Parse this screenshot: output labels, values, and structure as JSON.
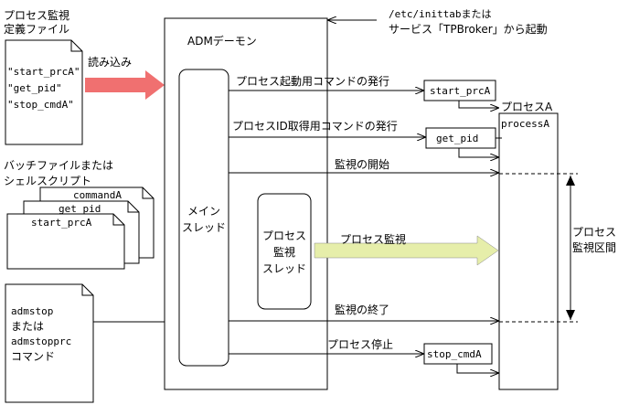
{
  "def_file": {
    "title_line1": "プロセス監視",
    "title_line2": "定義ファイル",
    "entries": [
      "\"start_prcA\"",
      "\"get_pid\"",
      "\"stop_cmdA\""
    ],
    "read_label": "読み込み"
  },
  "batch": {
    "title_line1": "バッチファイルまたは",
    "title_line2": "シェルスクリプト",
    "files": [
      "commandA",
      "get_pid",
      "start_prcA"
    ]
  },
  "admstop": {
    "lines": [
      "admstop",
      "または",
      "admstopprc",
      "コマンド"
    ]
  },
  "daemon": {
    "title": "ADMデーモン",
    "start_note_line1": "/etc/inittabまたは",
    "start_note_line2": "サービス「TPBroker」から起動"
  },
  "main_thread": {
    "line1": "メイン",
    "line2": "スレッド"
  },
  "monitor_thread": {
    "line1": "プロセス",
    "line2": "監視",
    "line3": "スレッド"
  },
  "messages": {
    "start_cmd": "プロセス起動用コマンドの発行",
    "pid_cmd": "プロセスID取得用コマンドの発行",
    "monitor_start": "監視の開始",
    "monitoring": "プロセス監視",
    "monitor_end": "監視の終了",
    "process_stop": "プロセス停止"
  },
  "commands": {
    "start": "start_prcA",
    "getpid": "get_pid",
    "stop": "stop_cmdA"
  },
  "process": {
    "label_ja": "プロセスA",
    "label_en": "processA"
  },
  "interval": {
    "line1": "プロセス",
    "line2": "監視区間"
  },
  "colors": {
    "read_arrow": "#f07070",
    "monitor_arrow": "#e6eeaa"
  }
}
